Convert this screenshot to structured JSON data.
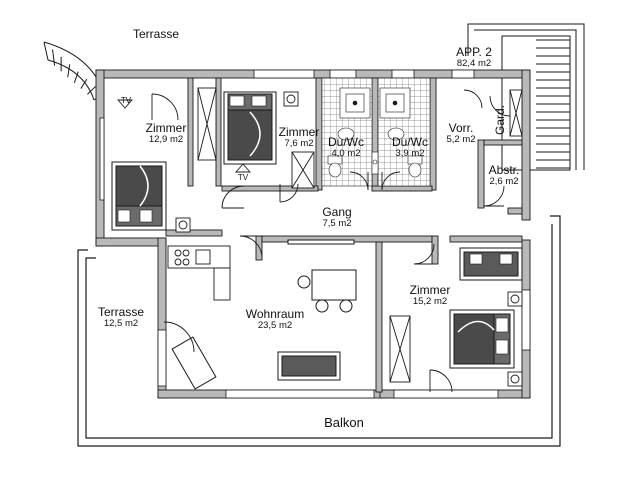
{
  "plan": {
    "apartment": {
      "name": "APP. 2",
      "area": "82,4 m2"
    },
    "rooms": [
      {
        "id": "terrasse-top",
        "name": "Terrasse",
        "area": ""
      },
      {
        "id": "zimmer-left",
        "name": "Zimmer",
        "area": "12,9 m2"
      },
      {
        "id": "zimmer-small",
        "name": "Zimmer",
        "area": "7,6 m2"
      },
      {
        "id": "bath-1",
        "name": "Du/Wc",
        "area": "4,0 m2"
      },
      {
        "id": "bath-2",
        "name": "Du/Wc",
        "area": "3,9 m2"
      },
      {
        "id": "vorraum",
        "name": "Vorr.",
        "area": "5,2 m2"
      },
      {
        "id": "garderobe",
        "name": "Gard.",
        "area": ""
      },
      {
        "id": "abstellraum",
        "name": "Abstr.",
        "area": "2,6 m2"
      },
      {
        "id": "gang",
        "name": "Gang",
        "area": "7,5 m2"
      },
      {
        "id": "terrasse-side",
        "name": "Terrasse",
        "area": "12,5 m2"
      },
      {
        "id": "wohnraum",
        "name": "Wohnraum",
        "area": "23,5 m2"
      },
      {
        "id": "zimmer-right",
        "name": "Zimmer",
        "area": "15,2 m2"
      },
      {
        "id": "balkon",
        "name": "Balkon",
        "area": ""
      }
    ],
    "fixture_labels": {
      "tv_1": "TV",
      "tv_2": "TV"
    },
    "colors": {
      "wall": "#b9b9b9",
      "line": "#1a1a1a",
      "tile": "#8c8c8c",
      "background": "#ffffff"
    }
  }
}
